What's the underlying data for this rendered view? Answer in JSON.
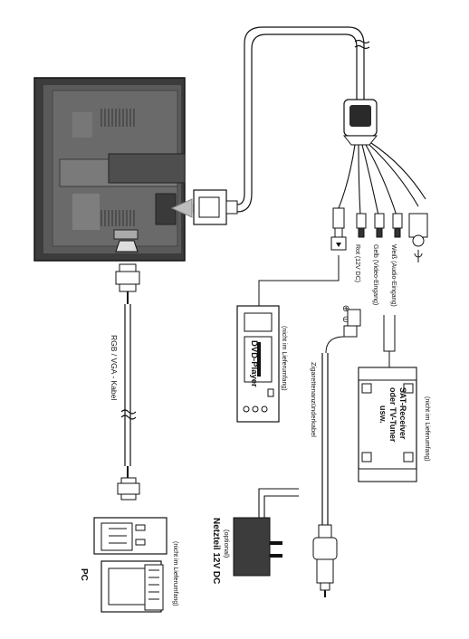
{
  "labels": {
    "rgb_cable": "RGB / VGA - Kabel",
    "dvd_player": "DVD-Player",
    "dvd_note": "(nicht im Lieferumfang)",
    "sat_line1": "SAT-Receiver",
    "sat_line2": "oder TV-Tuner",
    "sat_line3": "usw.",
    "sat_note": "(nicht im Lieferumfang)",
    "pc": "PC",
    "pc_note": "(nicht im Lieferumfang)",
    "netzteil": "Netzteil 12V DC",
    "netzteil_note": "(optional)",
    "zigarette": "Zigarettenanzünderkabel",
    "rot": "Rot (12V DC)",
    "gelb": "Gelb (Video-Eingang)",
    "weiss": "Weiß (Audio-Eingang)",
    "plus_sign": "⊕",
    "minus_sign": "⊖"
  },
  "icons": {
    "monitor": "monitor-back-icon",
    "vga_plug": "vga-plug-icon",
    "power_plug": "power-plug-icon",
    "car_plug": "car-lighter-plug-icon",
    "pc": "desktop-pc-icon",
    "dvd": "dvd-player-icon",
    "sat": "sat-receiver-icon",
    "power_supply": "power-supply-icon"
  },
  "colors": {
    "line": "#111111",
    "monitor_dark": "#4a4a4a",
    "monitor_mid": "#6e6e6e",
    "arrow": "#bdbdbd"
  }
}
